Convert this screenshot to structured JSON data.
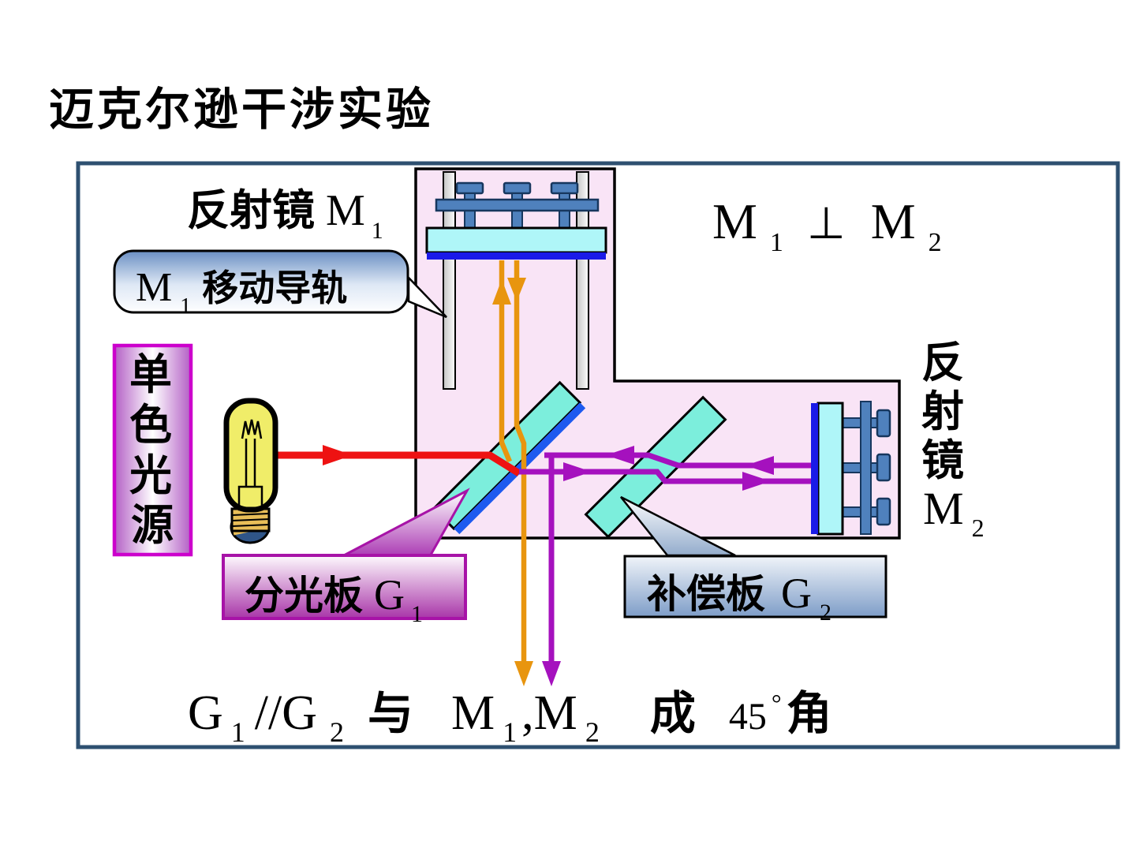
{
  "title": "迈克尔逊干涉实验",
  "colors": {
    "title_red": "#E10000",
    "frame_border": "#2E5070",
    "chamber_pink": "#F9E4F6",
    "glass_cyan": "#7CEEDC",
    "mirror_cyan": "#AFF6F8",
    "coating_blue": "#1A1AE8",
    "splitter_coating_blue": "#1E5AEF",
    "hardware_steel_blue": "#4F81BD",
    "rail_gray": "#C6C6C6",
    "beam_red": "#EE1212",
    "beam_orange": "#E8950F",
    "beam_purple": "#A511BE",
    "source_border_magenta": "#CC00CC",
    "source_purple": "#B35FC5",
    "railbox_top_blue": "#6A8FC3",
    "splitbox_purple": "#A835A8",
    "splitbox_border": "#A713A7",
    "compbox_blue": "#7E9DC8",
    "lamp_yellow": "#F0ED69",
    "lamp_base_gold": "#E9BE58",
    "lamp_base_blue": "#2F5588"
  },
  "labels": {
    "mirror_m1": {
      "cn": "反射镜",
      "sym": "M",
      "sub": "1"
    },
    "rail_callout": {
      "sym": "M",
      "sub": "1",
      "cn": "移动导轨"
    },
    "relation": {
      "m1": "M",
      "m1_sub": "1",
      "op": "⊥",
      "m2": "M",
      "m2_sub": "2"
    },
    "light_source": {
      "chars": [
        "单",
        "色",
        "光",
        "源"
      ]
    },
    "mirror_m2": {
      "chars": [
        "反",
        "射",
        "镜"
      ],
      "sym": "M",
      "sub": "2"
    },
    "splitter_box": {
      "cn": "分光板",
      "sym": "G",
      "sub": "1"
    },
    "compensator_box": {
      "cn": "补偿板",
      "sym": "G",
      "sub": "2"
    },
    "formula": {
      "g1": "G",
      "g1_sub": "1",
      "par": "//G",
      "g2_sub": "2",
      "conj": "与",
      "m1": "M",
      "m1_sub": "1",
      "m2": ",M",
      "m2_sub": "2",
      "cheng": "成",
      "deg_num": "45",
      "deg_sym": "°",
      "jiao": "角"
    }
  }
}
